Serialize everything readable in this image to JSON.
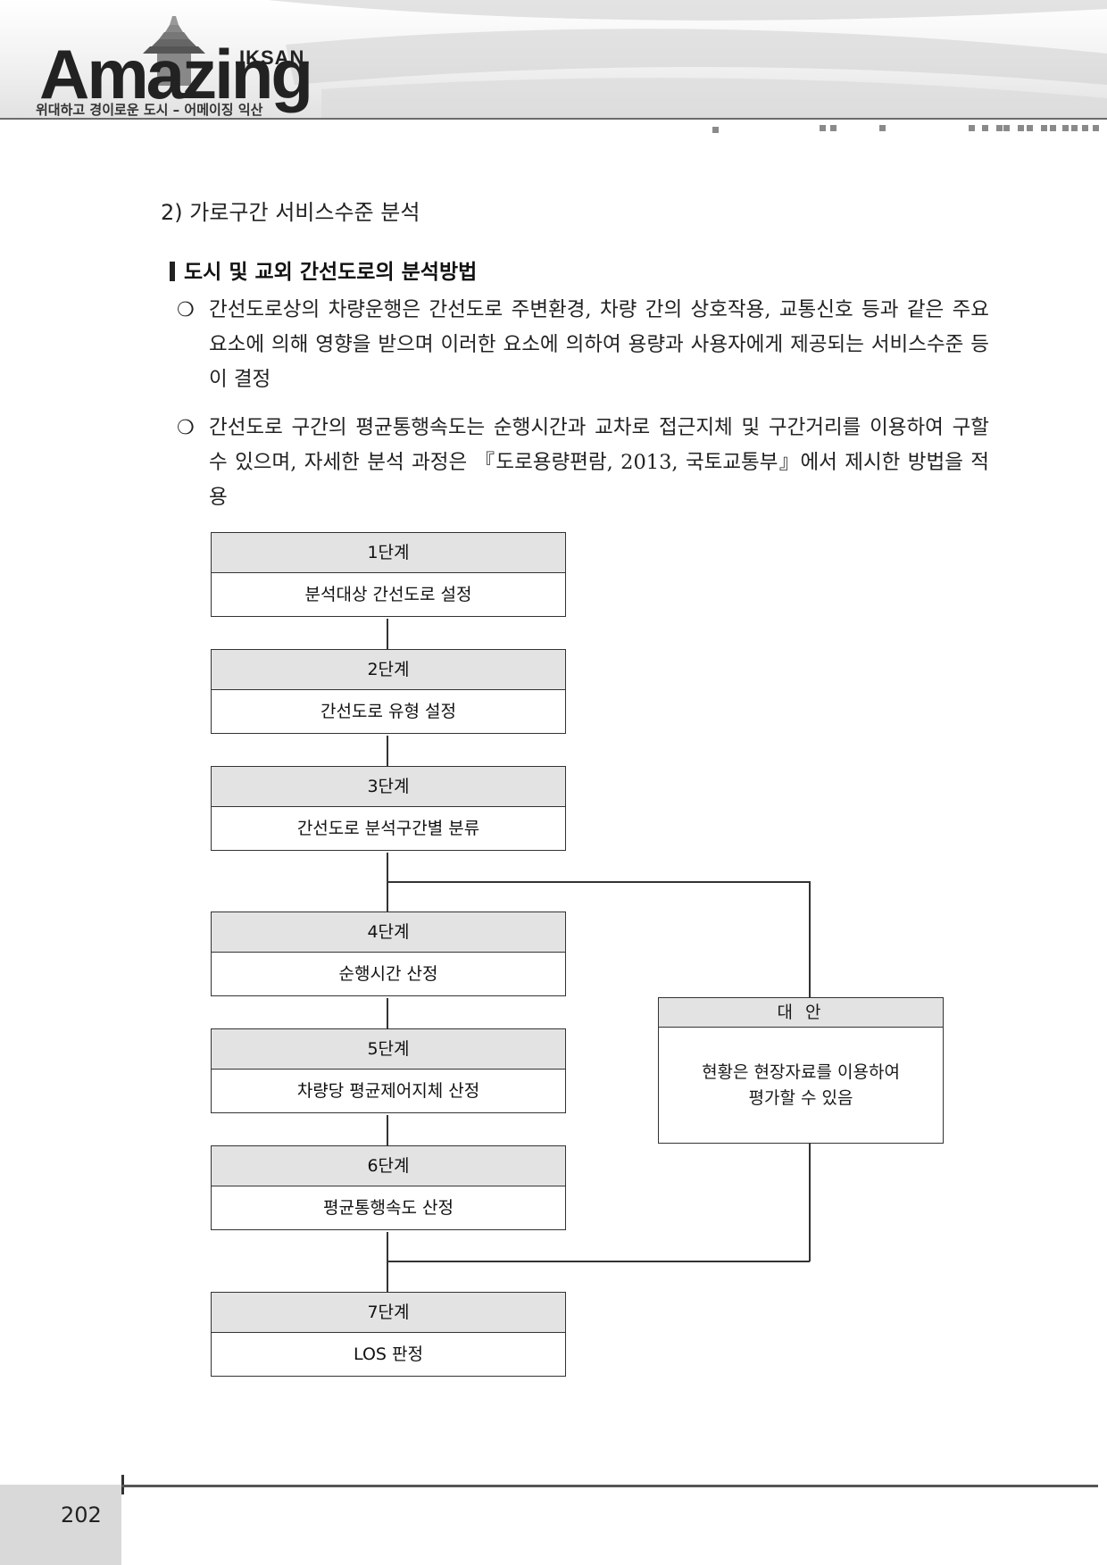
{
  "header": {
    "brand_small": "IKSAN",
    "brand_main": "Amazing",
    "tagline": "위대하고 경이로운 도시 – 어메이징 익산"
  },
  "section_title": "2) 가로구간 서비스수준 분석",
  "sub_title": "도시 및 교외 간선도로의 분석방법",
  "paragraphs": [
    {
      "marker": "❍",
      "text": "간선도로상의 차량운행은 간선도로 주변환경, 차량 간의 상호작용, 교통신호 등과 같은 주요 요소에 의해 영향을 받으며 이러한 요소에 의하여 용량과 사용자에게 제공되는 서비스수준 등이 결정"
    },
    {
      "marker": "❍",
      "text": "간선도로 구간의 평균통행속도는 순행시간과 교차로 접근지체 및 구간거리를 이용하여 구할 수 있으며, 자세한 분석 과정은 『도로용량편람, 2013, 국토교통부』에서 제시한 방법을 적용"
    }
  ],
  "flowchart": {
    "steps": [
      {
        "stage": "1단계",
        "desc": "분석대상 간선도로 설정"
      },
      {
        "stage": "2단계",
        "desc": "간선도로 유형 설정"
      },
      {
        "stage": "3단계",
        "desc": "간선도로 분석구간별 분류"
      },
      {
        "stage": "4단계",
        "desc": "순행시간 산정"
      },
      {
        "stage": "5단계",
        "desc": "차량당 평균제어지체 산정"
      },
      {
        "stage": "6단계",
        "desc": "평균통행속도 산정"
      },
      {
        "stage": "7단계",
        "desc": "LOS 판정"
      }
    ],
    "alternative": {
      "title": "대 안",
      "line1": "현황은 현장자료를 이용하여",
      "line2": "평가할 수 있음"
    }
  },
  "page_number": "202"
}
